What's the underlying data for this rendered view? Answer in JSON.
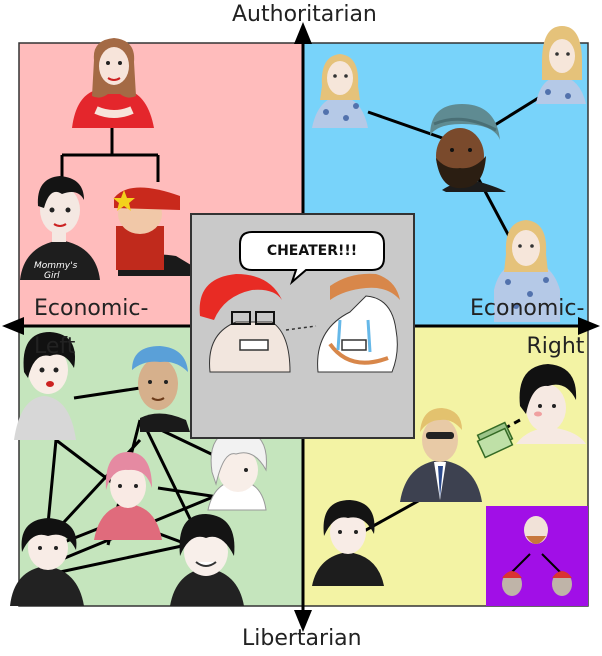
{
  "axes": {
    "top": "Authoritarian",
    "bottom": "Libertarian",
    "left": "Economic-\nLeft",
    "right": "Economic-\nRight"
  },
  "colors": {
    "auth_left": "#ffbcbc",
    "auth_right": "#78d3fa",
    "lib_left": "#c5e5bd",
    "lib_right": "#f3f3a4",
    "center_box": "#c9c9c9",
    "purple_box": "#a10fe7",
    "lines": "#000000"
  },
  "center_box": {
    "speech_bubble": "CHEATER!!!"
  },
  "tshirt_text": "Mommy's Girl"
}
